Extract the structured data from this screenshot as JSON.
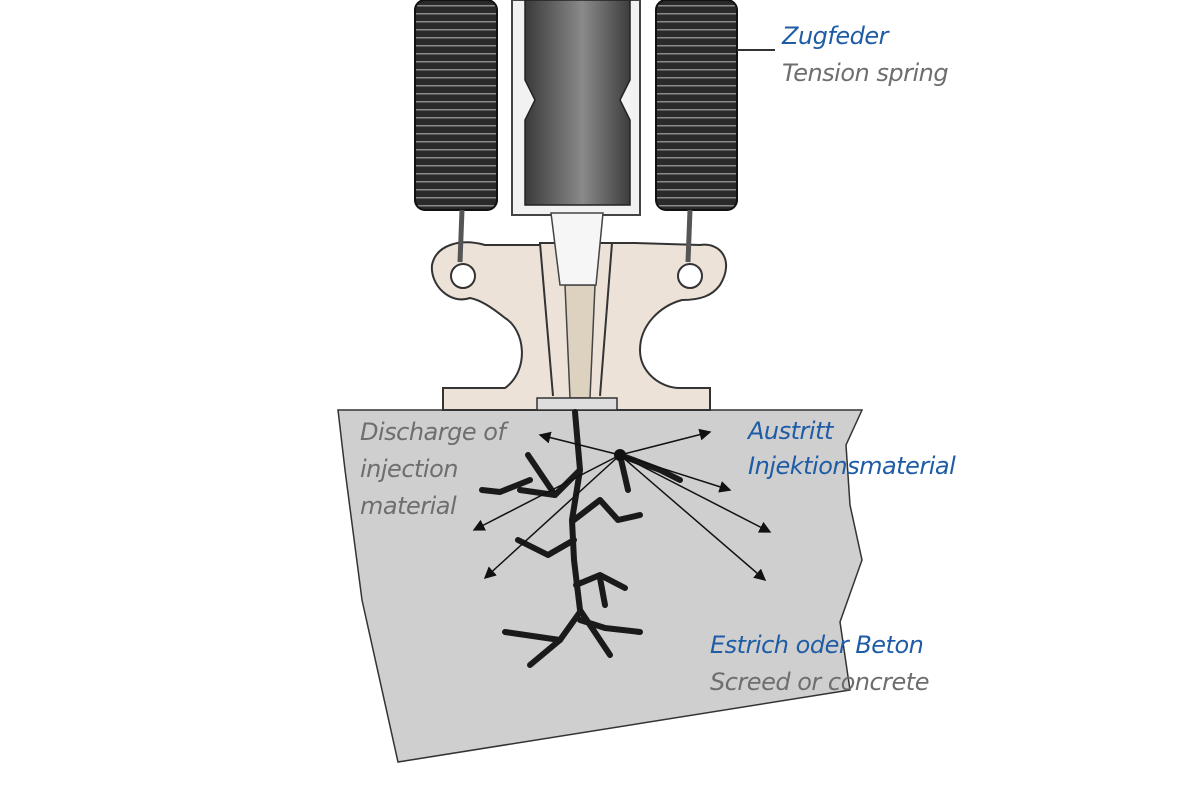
{
  "labels": {
    "spring": {
      "de": "Zugfeder",
      "en": "Tension spring"
    },
    "discharge": {
      "line1": "Discharge of",
      "line2": "injection",
      "line3": "material"
    },
    "austritt": {
      "line1": "Austritt",
      "line2": "Injektionsmaterial"
    },
    "substrate": {
      "de": "Estrich oder Beton",
      "en": "Screed or concrete"
    }
  },
  "colors": {
    "german_text": "#1f5ca6",
    "english_text": "#6e6e6e",
    "concrete": "#cfcfcf",
    "bracket": "#ece2d8",
    "spring": "#2b2b2b"
  }
}
